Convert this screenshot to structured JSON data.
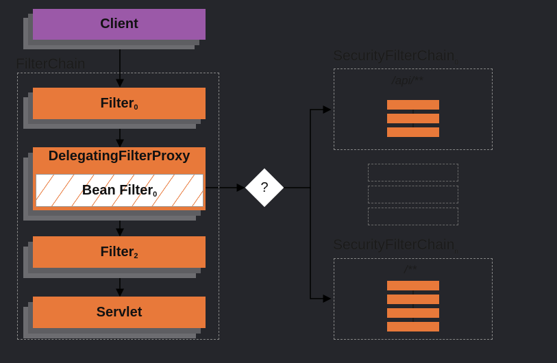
{
  "client": {
    "label": "Client"
  },
  "filter_chain": {
    "title": "FilterChain",
    "filter0": {
      "label": "Filter",
      "sub": "0"
    },
    "delegating": {
      "label": "DelegatingFilterProxy"
    },
    "bean_filter": {
      "label": "Bean Filter",
      "sub": "0"
    },
    "filter2": {
      "label": "Filter",
      "sub": "2"
    },
    "servlet": {
      "label": "Servlet"
    }
  },
  "decision": {
    "label": "?"
  },
  "security_chains": [
    {
      "title": "SecurityFilterChain",
      "sub": "0",
      "pattern": "/api/**"
    },
    {
      "title": "SecurityFilterChain",
      "sub": "n",
      "pattern": "/**"
    }
  ],
  "colors": {
    "background": "#25262b",
    "filter": "#e8793a",
    "client": "#9b59a8",
    "shadow": "#5e5e62"
  }
}
